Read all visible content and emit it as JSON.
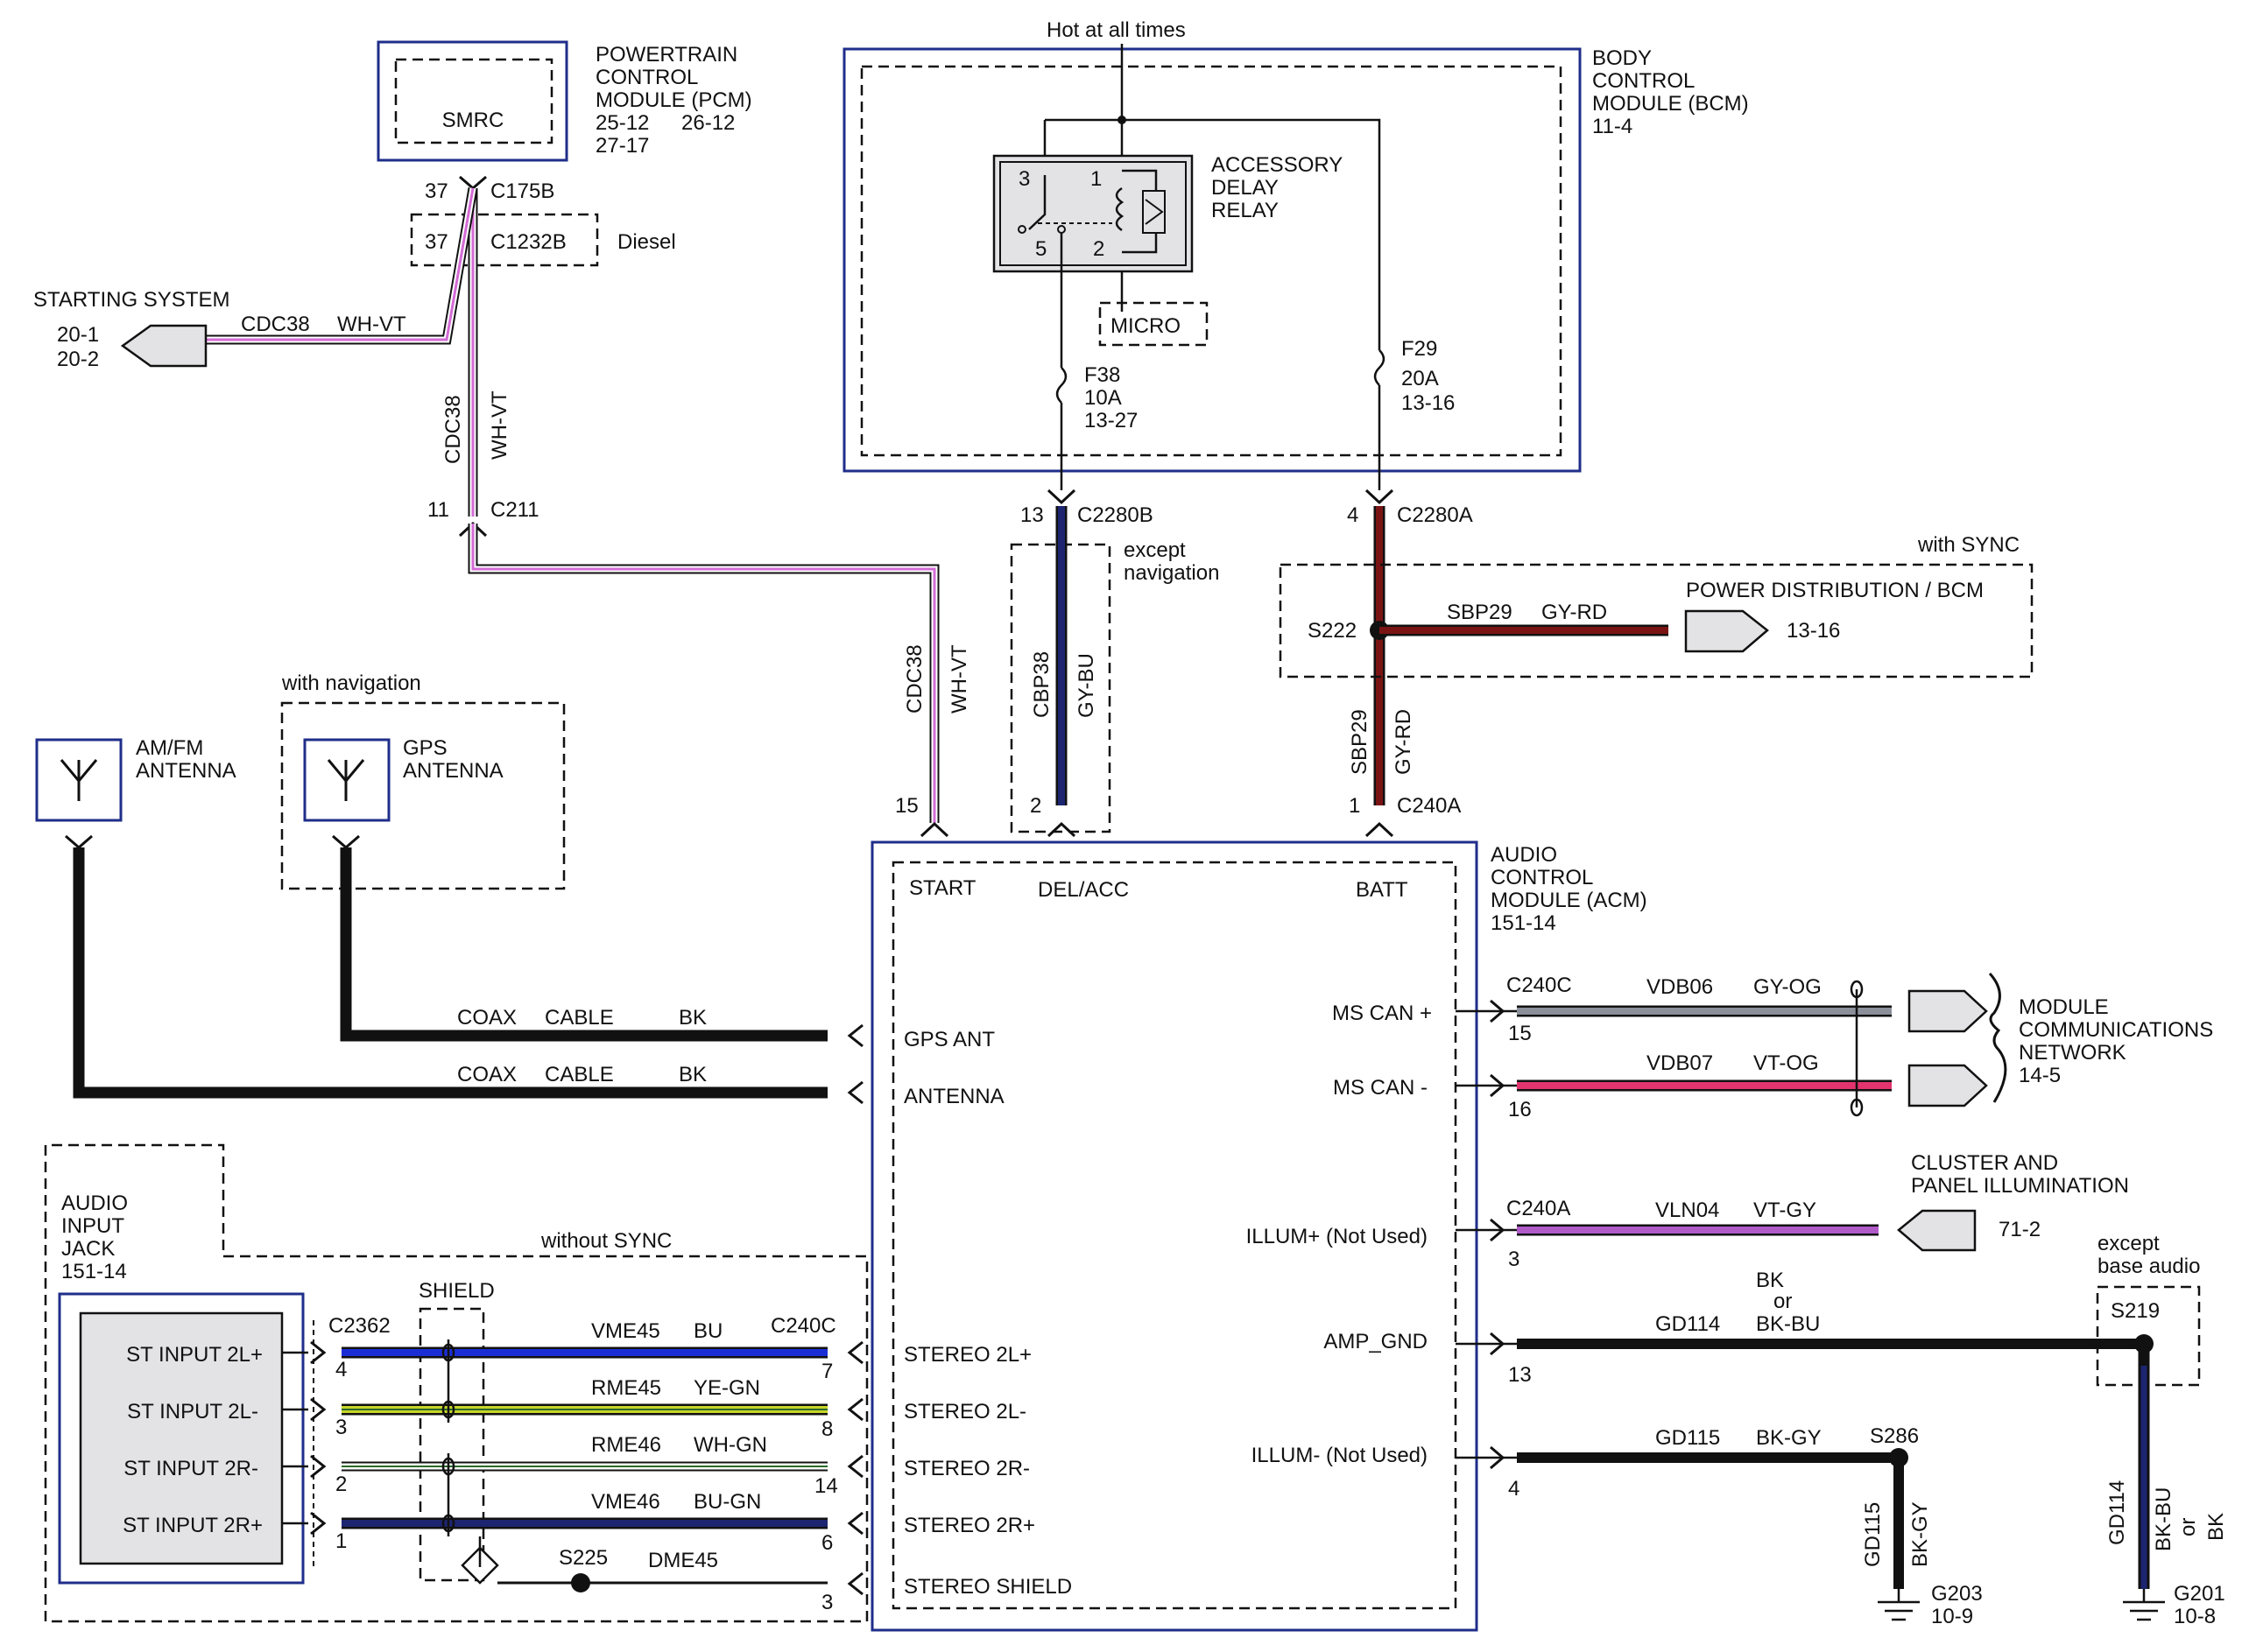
{
  "title": "",
  "colors": {
    "module_frame": "#1f2e8a",
    "module_fill": "#e3e3e6",
    "wire_black": "#111111",
    "wire_blue": "#1b2ed6",
    "wire_navy": "#1d2570",
    "wire_yegn": "#c7d62a",
    "wire_gyog": "#8a8f9a",
    "wire_vtog": "#e2346f",
    "wire_vtgy": "#b05ac8",
    "wire_gyrd": "#7a1414",
    "wire_whvt": "#d46bd6"
  },
  "hot_label": "Hot at all times",
  "pcm": {
    "label": [
      "POWERTRAIN",
      "CONTROL",
      "MODULE (PCM)"
    ],
    "refs": [
      "25-12",
      "26-12",
      "27-17"
    ],
    "inner": "SMRC",
    "pin1": "37",
    "conn1": "C175B",
    "pin2": "37",
    "conn2": "C1232B",
    "diesel": "Diesel"
  },
  "starting": {
    "label": "STARTING SYSTEM",
    "refs": [
      "20-1",
      "20-2"
    ],
    "circuit": "CDC38",
    "color": "WH-VT"
  },
  "vertical_cdc": {
    "circuit": "CDC38",
    "color": "WH-VT"
  },
  "c211": {
    "pin": "11",
    "conn": "C211"
  },
  "bcm": {
    "label": [
      "BODY",
      "CONTROL",
      "MODULE (BCM)",
      "11-4"
    ],
    "relay": [
      "ACCESSORY",
      "DELAY",
      "RELAY"
    ],
    "relay_pins": [
      "3",
      "1",
      "5",
      "2"
    ],
    "micro": "MICRO",
    "fuse1": [
      "F38",
      "10A",
      "13-27"
    ],
    "fuse2": [
      "F29",
      "20A",
      "13-16"
    ]
  },
  "c2280b": {
    "pin": "13",
    "conn": "C2280B",
    "note": [
      "except",
      "navigation"
    ],
    "circuit": "CBP38",
    "color": "GY-BU",
    "pin2": "2"
  },
  "c2280a": {
    "pin": "4",
    "conn": "C2280A"
  },
  "sync_box": {
    "label": "with SYNC",
    "splice": "S222",
    "circuit": "SBP29",
    "color": "GY-RD",
    "dest": "POWER DISTRIBUTION / BCM",
    "ref": "13-16"
  },
  "c240a_top": {
    "circuit": "SBP29",
    "color": "GY-RD",
    "pin": "1",
    "conn": "C240A"
  },
  "start_wire": {
    "circuit": "CDC38",
    "color": "WH-VT",
    "pin": "15"
  },
  "antennas": {
    "amfm": [
      "AM/FM",
      "ANTENNA"
    ],
    "nav_label": "with navigation",
    "gps": [
      "GPS",
      "ANTENNA"
    ]
  },
  "coax": [
    {
      "a": "COAX",
      "b": "CABLE",
      "c": "BK"
    },
    {
      "a": "COAX",
      "b": "CABLE",
      "c": "BK"
    }
  ],
  "acm": {
    "label": [
      "AUDIO",
      "CONTROL",
      "MODULE (ACM)",
      "151-14"
    ],
    "pins_top": [
      "START",
      "DEL/ACC",
      "BATT"
    ],
    "left_pins": [
      "GPS ANT",
      "ANTENNA",
      "STEREO 2L+",
      "STEREO 2L-",
      "STEREO 2R-",
      "STEREO 2R+",
      "STEREO SHIELD"
    ],
    "right_pins": [
      "MS CAN +",
      "MS CAN -",
      "ILLUM+ (Not Used)",
      "AMP_GND",
      "ILLUM- (Not Used)"
    ]
  },
  "mscan": {
    "conn": "C240C",
    "rows": [
      {
        "pin": "15",
        "circuit": "VDB06",
        "color": "GY-OG"
      },
      {
        "pin": "16",
        "circuit": "VDB07",
        "color": "VT-OG"
      }
    ],
    "dest": [
      "MODULE",
      "COMMUNICATIONS",
      "NETWORK",
      "14-5"
    ]
  },
  "illum": {
    "conn": "C240A",
    "pin": "3",
    "circuit": "VLN04",
    "color": "VT-GY",
    "dest": [
      "CLUSTER AND",
      "PANEL ILLUMINATION"
    ],
    "ref": "71-2"
  },
  "ampgnd": {
    "pin": "13",
    "circuit": "GD114",
    "color": [
      "BK",
      "or",
      "BK-BU"
    ],
    "note": [
      "except",
      "base audio"
    ],
    "splice": "S219",
    "vcircuit": "GD114",
    "vcolor": [
      "BK-BU",
      "or",
      "BK"
    ],
    "ground": "G201",
    "gref": "10-8"
  },
  "illumminus": {
    "pin": "4",
    "circuit": "GD115",
    "color": "BK-GY",
    "splice": "S286",
    "vcircuit": "GD115",
    "vcolor": "BK-GY",
    "ground": "G203",
    "gref": "10-9"
  },
  "jack": {
    "label": [
      "AUDIO",
      "INPUT",
      "JACK",
      "151-14"
    ],
    "without_sync": "without SYNC",
    "shield": "SHIELD",
    "conn_left": "C2362",
    "conn_right": "C240C",
    "inputs": [
      "ST INPUT 2L+",
      "ST INPUT 2L-",
      "ST INPUT 2R-",
      "ST INPUT 2R+"
    ],
    "rows": [
      {
        "lpin": "4",
        "rpin": "7",
        "circuit": "VME45",
        "color": "BU"
      },
      {
        "lpin": "3",
        "rpin": "8",
        "circuit": "RME45",
        "color": "YE-GN"
      },
      {
        "lpin": "2",
        "rpin": "14",
        "circuit": "RME46",
        "color": "WH-GN"
      },
      {
        "lpin": "1",
        "rpin": "6",
        "circuit": "VME46",
        "color": "BU-GN"
      }
    ],
    "splice": "S225",
    "drain": "DME45",
    "drain_pin": "3"
  }
}
